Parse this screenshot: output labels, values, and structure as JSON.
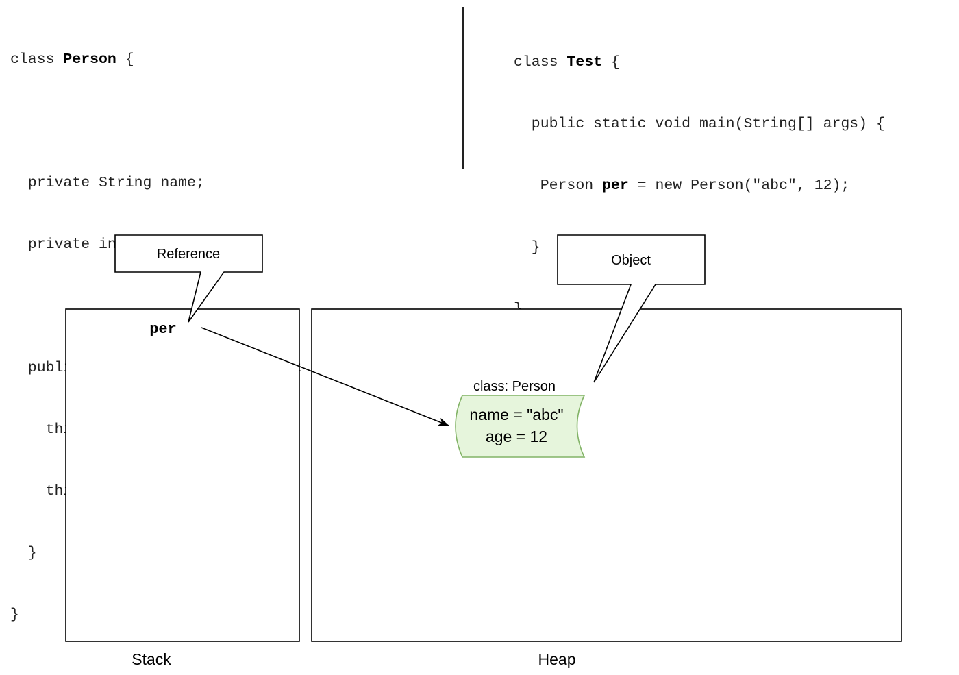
{
  "code_left": {
    "line1_pre": "class ",
    "line1_bold": "Person",
    "line1_post": " {",
    "line2": "",
    "line3": "  private String name;",
    "line4": "  private int age;",
    "line5": "",
    "line6": "  public Person(String, name, int age) {",
    "line7": "    this.name = name;",
    "line8": "    this.age = age;",
    "line9": "  }",
    "line10": "}"
  },
  "code_right": {
    "line1_pre": "class ",
    "line1_bold": "Test",
    "line1_post": " {",
    "line2": "  public static void main(String[] args) {",
    "line3_pre": "   Person ",
    "line3_bold": "per",
    "line3_post": " = new Person(\"abc\", 12);",
    "line4": "  }",
    "line5": "}"
  },
  "diagram": {
    "callout_reference": "Reference",
    "callout_object": "Object",
    "stack_variable": "per",
    "object_class_label": "class: Person",
    "object_field_name": "name = \"abc\"",
    "object_field_age": "age = 12",
    "stack_label": "Stack",
    "heap_label": "Heap",
    "object_fill": "#e6f5dc",
    "object_stroke": "#82b366"
  }
}
